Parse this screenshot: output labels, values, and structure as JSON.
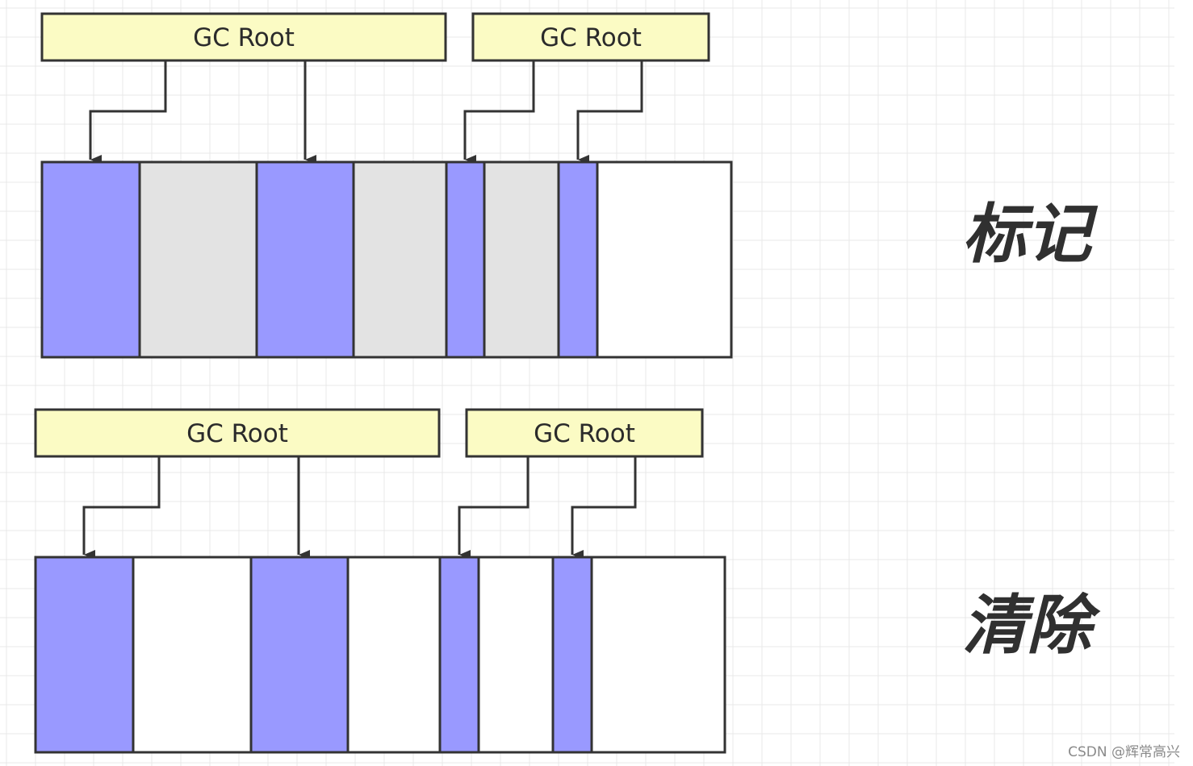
{
  "colors": {
    "live_block": "#9999ff",
    "garbage_block": "#e3e3e3",
    "free_block": "#ffffff",
    "root_fill": "#fbfbc4",
    "stroke": "#333333",
    "grid": "#e8e8e8"
  },
  "panels": [
    {
      "label": "标记",
      "roots": [
        {
          "text": "GC Root"
        },
        {
          "text": "GC Root"
        }
      ],
      "blocks": [
        "live",
        "garbage",
        "live",
        "garbage",
        "live",
        "garbage",
        "live",
        "free"
      ]
    },
    {
      "label": "清除",
      "roots": [
        {
          "text": "GC Root"
        },
        {
          "text": "GC Root"
        }
      ],
      "blocks": [
        "live",
        "free",
        "live",
        "free",
        "live",
        "free",
        "live",
        "free"
      ]
    }
  ],
  "watermark": "CSDN @辉常高兴"
}
